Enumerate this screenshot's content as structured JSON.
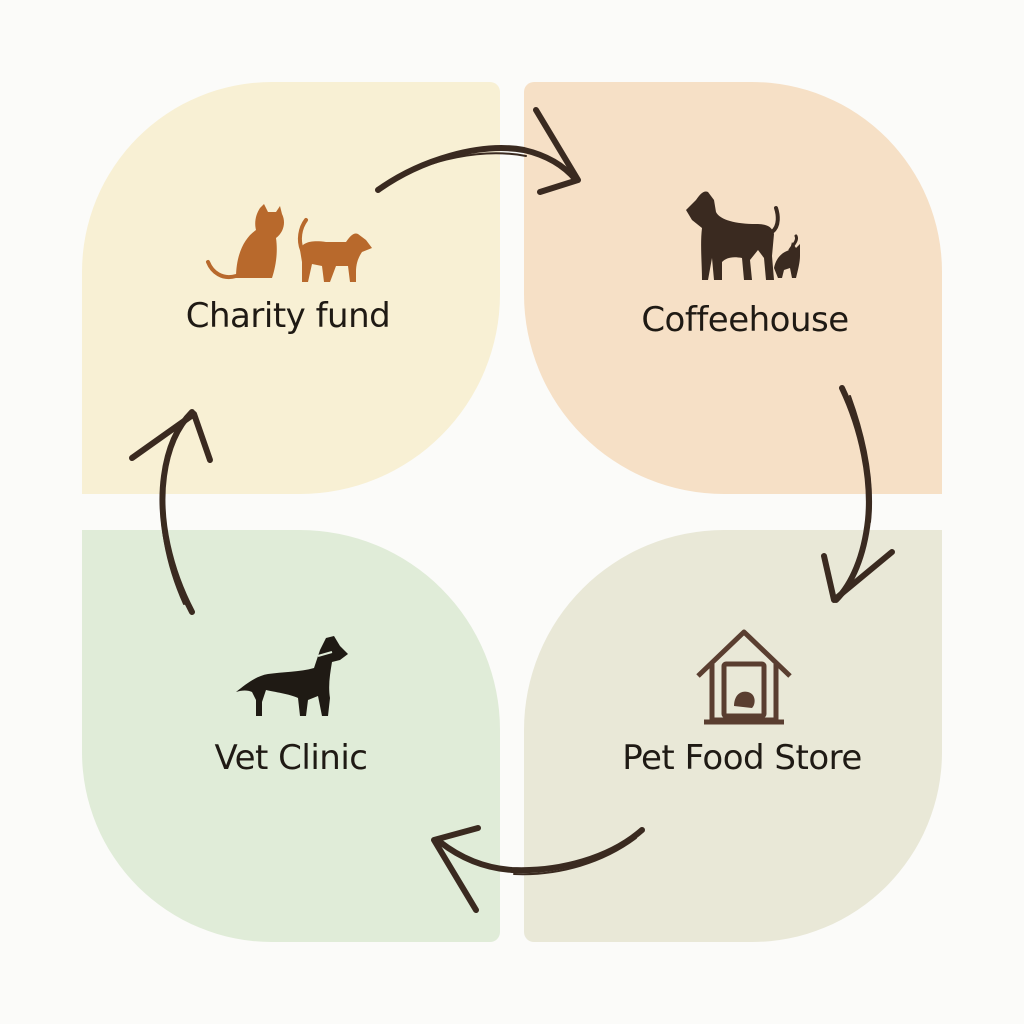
{
  "nodes": [
    {
      "id": "charity",
      "label": "Charity fund",
      "fill": "#f8f0d4",
      "icon": "cat-and-dog-icon"
    },
    {
      "id": "coffee",
      "label": "Coffeehouse",
      "fill": "#f6e0c6",
      "icon": "dog-and-cat-icon"
    },
    {
      "id": "petfood",
      "label": "Pet Food Store",
      "fill": "#e9e8d7",
      "icon": "pet-house-icon"
    },
    {
      "id": "vet",
      "label": "Vet Clinic",
      "fill": "#e0ecd8",
      "icon": "dog-icon"
    }
  ],
  "edges": [
    {
      "from": "charity",
      "to": "coffee"
    },
    {
      "from": "coffee",
      "to": "petfood"
    },
    {
      "from": "petfood",
      "to": "vet"
    },
    {
      "from": "vet",
      "to": "charity"
    }
  ],
  "colors": {
    "arrow": "#3a2a20",
    "charity_icon": "#b8692c",
    "dark_icon": "#3a2a20"
  }
}
